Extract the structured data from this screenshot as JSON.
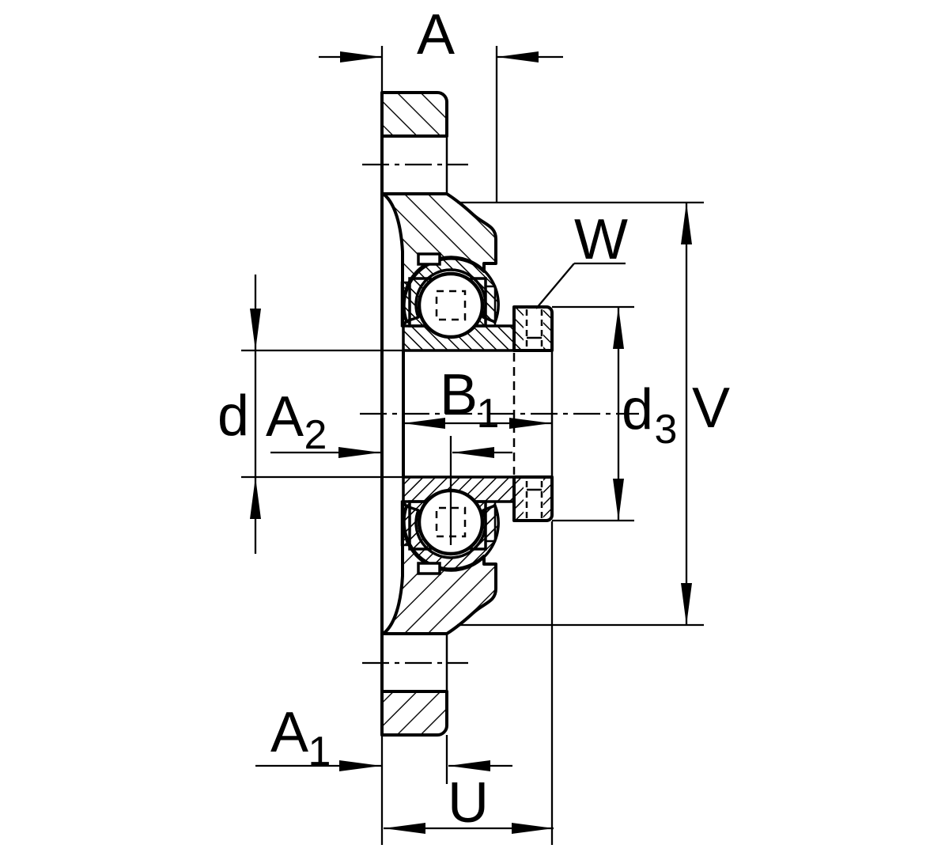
{
  "figure": {
    "type": "technical-drawing",
    "subject": "flanged bearing unit cross-section (two-bolt flange with eccentric locking collar)",
    "background_color": "#ffffff",
    "line_color": "#000000"
  },
  "labels": {
    "a": "A",
    "w": "W",
    "b1_main": "B",
    "b1_sub": "1",
    "d": "d",
    "a2_main": "A",
    "a2_sub": "2",
    "d3_main": "d",
    "d3_sub": "3",
    "v": "V",
    "a1_main": "A",
    "a1_sub": "1",
    "u": "U"
  }
}
